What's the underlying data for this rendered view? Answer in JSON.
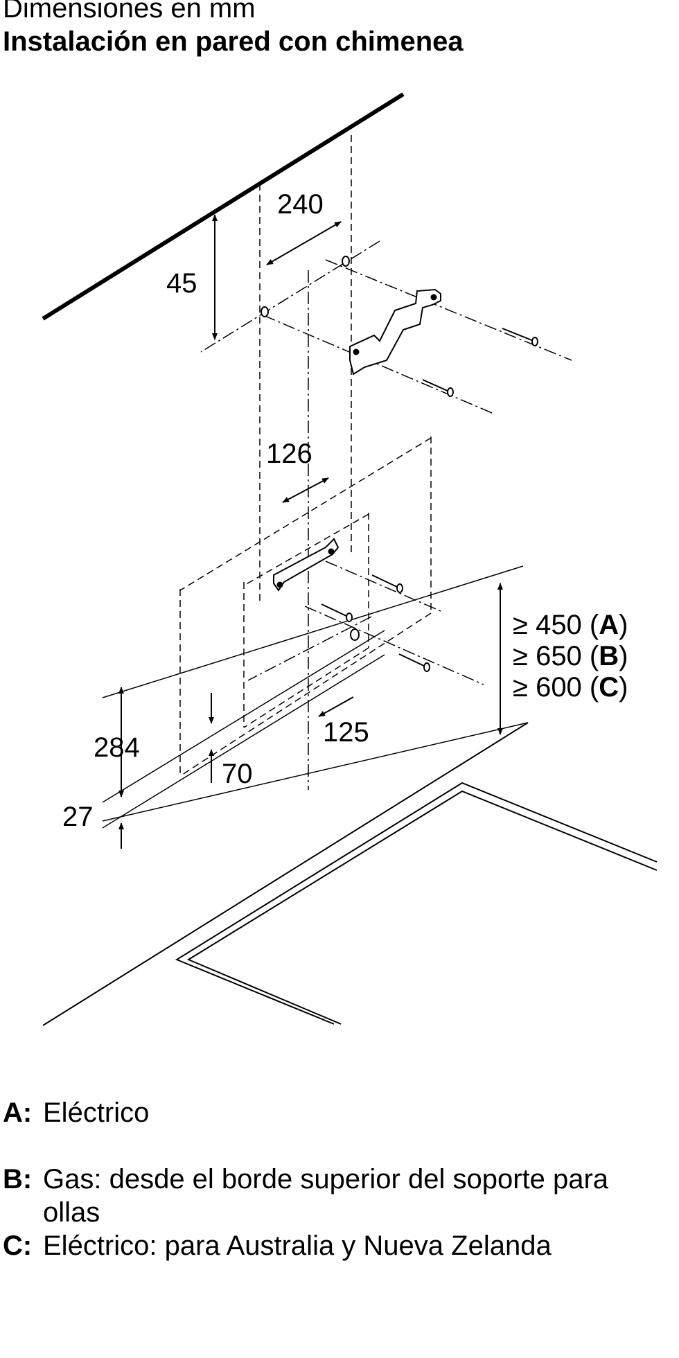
{
  "header": {
    "subtitle": "Dimensiones en mm",
    "title": "Instalación en pared con chimenea"
  },
  "dimensions": {
    "d240": "240",
    "d45": "45",
    "d126": "126",
    "d125": "125",
    "d284": "284",
    "d70": "70",
    "d27": "27"
  },
  "clearances": [
    {
      "prefix": "≥ 450 (",
      "letter": "A",
      "suffix": ")"
    },
    {
      "prefix": "≥ 650 (",
      "letter": "B",
      "suffix": ")"
    },
    {
      "prefix": "≥ 600 (",
      "letter": "C",
      "suffix": ")"
    }
  ],
  "legend": [
    {
      "key": "A:",
      "text": "Eléctrico"
    },
    {
      "key": "B:",
      "text": "Gas: desde el borde superior del soporte para ollas"
    },
    {
      "key": "C:",
      "text": "Eléctrico: para Australia y Nueva Zelanda"
    }
  ]
}
